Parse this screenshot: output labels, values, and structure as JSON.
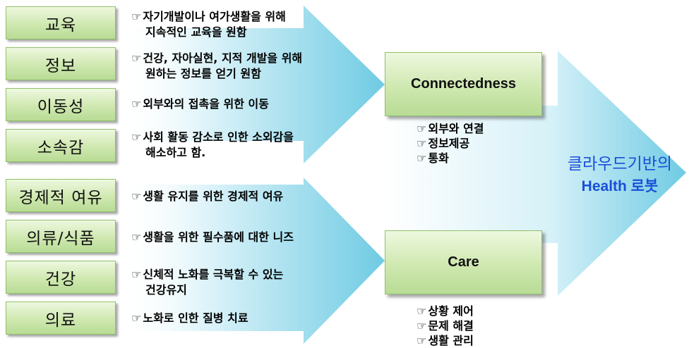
{
  "top_group": {
    "items": [
      {
        "label": "교육",
        "desc": [
          "자기개발이나 여가생활을 위해",
          "지속적인 교육을 원함"
        ]
      },
      {
        "label": "정보",
        "desc": [
          "건강, 자아실현, 지적 개발을 위해",
          "원하는 정보를 얻기 원함"
        ]
      },
      {
        "label": "이동성",
        "desc": [
          "외부와의 접촉을 위한 이동"
        ]
      },
      {
        "label": "소속감",
        "desc": [
          "사회 활동 감소로 인한 소외감을",
          "해소하고 함."
        ]
      }
    ]
  },
  "bottom_group": {
    "items": [
      {
        "label": "경제적 여유",
        "desc": [
          "생활 유지를 위한 경제적 여유"
        ]
      },
      {
        "label": "의류/식품",
        "desc": [
          "생활을 위한 필수품에 대한 니즈"
        ]
      },
      {
        "label": "건강",
        "desc": [
          "신체적 노화를 극복할 수 있는",
          "건강유지"
        ]
      },
      {
        "label": "의료",
        "desc": [
          "노화로 인한 질병 치료"
        ]
      }
    ]
  },
  "connectedness": {
    "title": "Connectedness",
    "subitems": [
      "외부와 연결",
      "정보제공",
      "통화"
    ]
  },
  "care": {
    "title": "Care",
    "subitems": [
      "상황 제어",
      "문제 해결",
      "생활 관리"
    ]
  },
  "result": {
    "line1": "클라우드기반의",
    "line2": "Health 로봇"
  },
  "colors": {
    "arrow_dark": "#7fd1e6",
    "arrow_light": "#ffffff",
    "box_light": "#eef8df",
    "box_dark": "#b8dc95",
    "result_text": "#1a4fd8"
  },
  "icons": {
    "bullet": "pointing-hand-icon"
  }
}
